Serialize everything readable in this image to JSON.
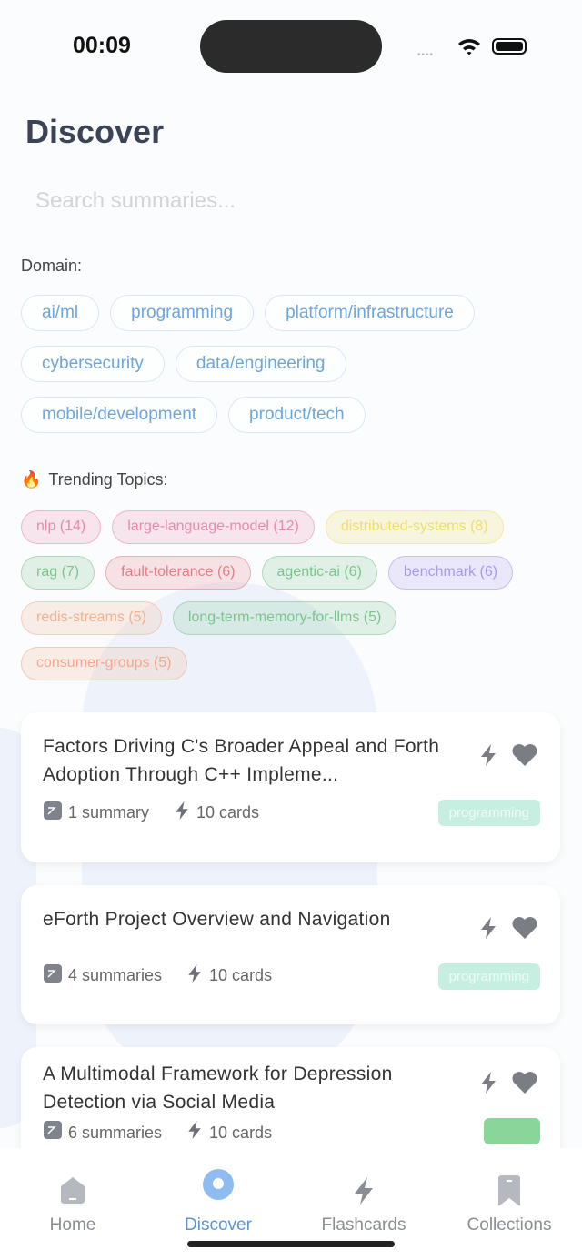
{
  "status": {
    "time": "00:09"
  },
  "header": {
    "title": "Discover"
  },
  "search": {
    "placeholder": "Search summaries..."
  },
  "domain": {
    "label": "Domain:",
    "options": [
      "ai/ml",
      "programming",
      "platform/infrastructure",
      "cybersecurity",
      "data/engineering",
      "mobile/development",
      "product/tech"
    ]
  },
  "trending": {
    "label": "Trending Topics:",
    "icon": "fire-icon",
    "topics": [
      {
        "label": "nlp (14)",
        "color": "#e88aa8"
      },
      {
        "label": "large-language-model (12)",
        "color": "#e88aa8"
      },
      {
        "label": "distributed-systems (8)",
        "color": "#f0dc6a"
      },
      {
        "label": "rag (7)",
        "color": "#7cc48e"
      },
      {
        "label": "fault-tolerance (6)",
        "color": "#e67c86"
      },
      {
        "label": "agentic-ai (6)",
        "color": "#7cc48e"
      },
      {
        "label": "benchmark (6)",
        "color": "#a898ee"
      },
      {
        "label": "redis-streams (5)",
        "color": "#f3b08e"
      },
      {
        "label": "long-term-memory-for-llms (5)",
        "color": "#7cc48e"
      },
      {
        "label": "consumer-groups (5)",
        "color": "#f3a88c"
      }
    ]
  },
  "cards": [
    {
      "title": "Factors Driving C's Broader Appeal and Forth Adoption Through C++ Impleme...",
      "summaries": "1 summary",
      "cards": "10 cards",
      "domain": "programming"
    },
    {
      "title": "eForth Project Overview and Navigation",
      "summaries": "4 summaries",
      "cards": "10 cards",
      "domain": "programming"
    },
    {
      "title": "A Multimodal Framework for Depression Detection via Social Media",
      "summaries": "6 summaries",
      "cards": "10 cards",
      "domain": ""
    }
  ],
  "tabs": [
    {
      "label": "Home"
    },
    {
      "label": "Discover",
      "active": true
    },
    {
      "label": "Flashcards"
    },
    {
      "label": "Collections"
    }
  ],
  "colors": {
    "accent": "#5b93d8",
    "tag_programming": "#c6efe2"
  }
}
